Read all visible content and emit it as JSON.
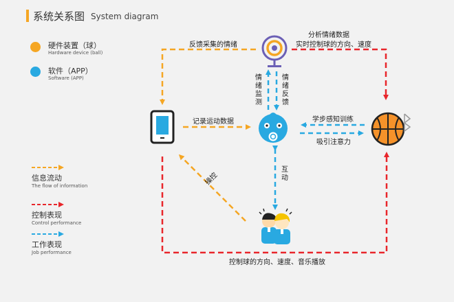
{
  "title": {
    "cn": "系统关系图",
    "en": "System diagram"
  },
  "legend": {
    "hardware": {
      "cn": "硬件装置（球）",
      "en": "Hardware device (ball)",
      "color": "#f5a623"
    },
    "software": {
      "cn": "软件（APP）",
      "en": "Software (APP)",
      "color": "#29a9e1"
    }
  },
  "flow_legend": [
    {
      "cn": "信息流动",
      "en": "The flow of information",
      "color": "#f5a623"
    },
    {
      "cn": "控制表现",
      "en": "Control performance",
      "color": "#e8262b"
    },
    {
      "cn": "工作表现",
      "en": "Job performance",
      "color": "#29a9e1"
    }
  ],
  "labels": {
    "top_left": "反馈采集的情绪",
    "top_right_1": "分析情绪数据",
    "top_right_2": "实时控制球的方向、速度",
    "emotion_monitor": "情绪监测",
    "emotion_feedback": "情绪反馈",
    "record_data": "记录运动数据",
    "learn_step": "学步感知训练",
    "attract": "吸引注意力",
    "interact": "互动",
    "operate": "操控",
    "bottom": "控制球的方向、速度、音乐播放"
  },
  "colors": {
    "orange": "#f5a623",
    "red": "#e8262b",
    "blue": "#29a9e1",
    "purple": "#6b5fb5"
  }
}
